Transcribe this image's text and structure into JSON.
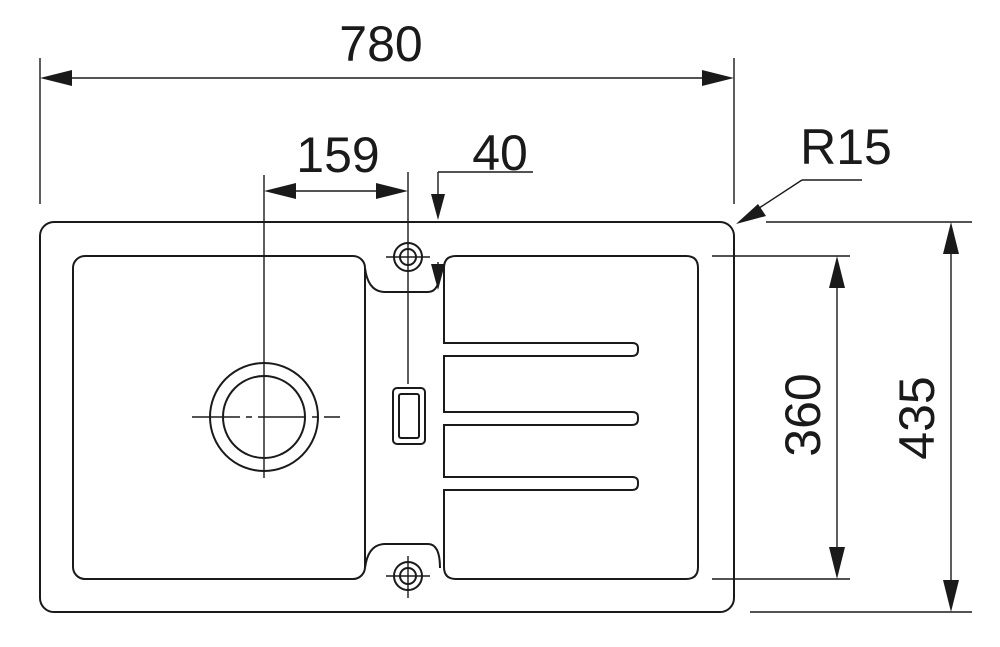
{
  "dimensions": {
    "overall_width": "780",
    "bowl_center_offset": "159",
    "edge_offset": "40",
    "corner_radius": "R15",
    "bowl_depth": "360",
    "overall_depth": "435"
  }
}
